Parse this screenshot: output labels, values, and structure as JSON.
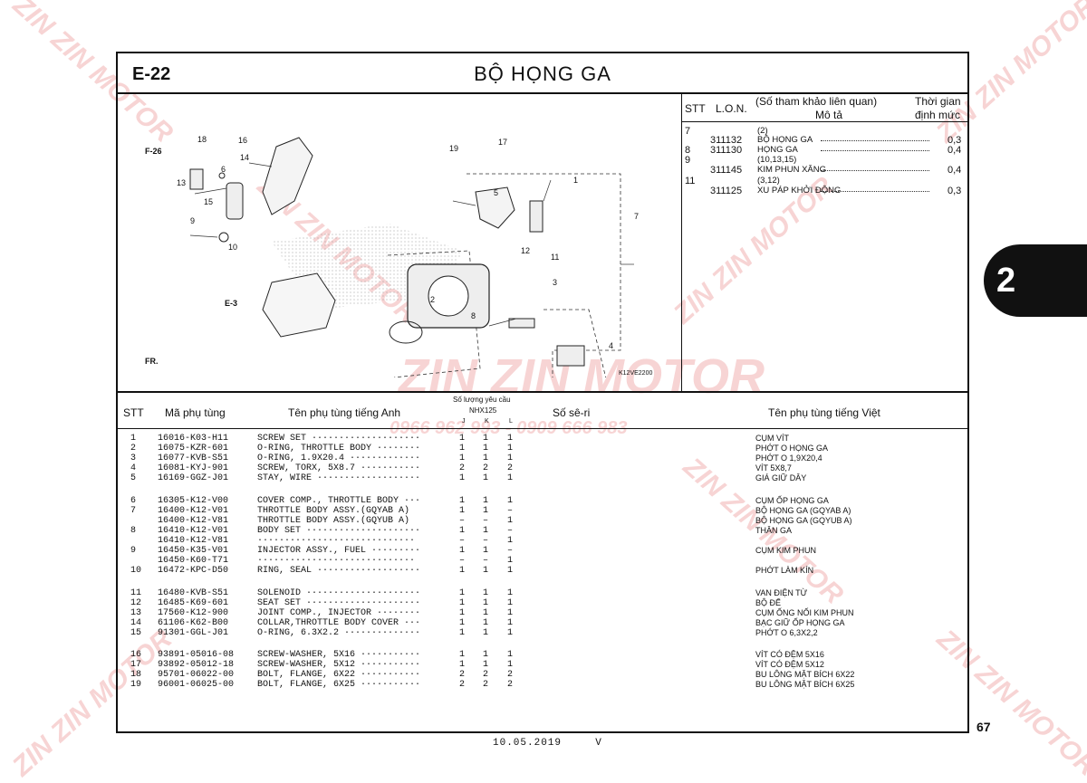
{
  "page": {
    "code": "E-22",
    "title": "BỘ HỌNG GA",
    "section_tab": "2",
    "page_number": "67",
    "footer_date": "10.05.2019",
    "footer_mark": "V"
  },
  "watermark": {
    "brand": "ZIN ZIN MOTOR",
    "phones": "0966 962 993 - 0909 666 983"
  },
  "lon_table": {
    "headers": {
      "stt": "STT",
      "lon": "L.O.N.",
      "ref": "(Số tham khảo liên quan)",
      "desc": "Mô tả",
      "time": "Thời gian",
      "time2": "định mức"
    },
    "rows": [
      {
        "stt": "7",
        "lon": "",
        "desc": "(2)",
        "time": ""
      },
      {
        "stt": "",
        "lon": "311132",
        "desc": "BỘ HỌNG GA",
        "time": "0,3"
      },
      {
        "stt": "8",
        "lon": "311130",
        "desc": "HỌNG GA",
        "time": "0,4"
      },
      {
        "stt": "9",
        "lon": "",
        "desc": "(10,13,15)",
        "time": ""
      },
      {
        "stt": "",
        "lon": "311145",
        "desc": "KIM PHUN XĂNG",
        "time": "0,4"
      },
      {
        "stt": "11",
        "lon": "",
        "desc": "(3,12)",
        "time": ""
      },
      {
        "stt": "",
        "lon": "311125",
        "desc": "XU PÁP KHỞI ĐỘNG",
        "time": "0,3"
      }
    ]
  },
  "diagram": {
    "labels": [
      "F-26",
      "E-3",
      "FR.",
      "K12VE2200",
      "1",
      "2",
      "3",
      "4",
      "5",
      "6",
      "7",
      "8",
      "9",
      "10",
      "11",
      "12",
      "13",
      "14",
      "15",
      "16",
      "17",
      "18",
      "19"
    ]
  },
  "parts_table": {
    "headers": {
      "stt": "STT",
      "part_no": "Mã phụ tùng",
      "name_en": "Tên phụ tùng tiếng Anh",
      "qty": "Số lượng yêu cầu",
      "model": "NHX125",
      "col_j": "J",
      "col_k": "K",
      "col_l": "L",
      "serial": "Số sê-ri",
      "name_vi": "Tên phụ tùng tiếng Việt"
    },
    "rows": [
      {
        "stt": "1",
        "pn": "16016-K03-H11",
        "en": "SCREW SET ····················",
        "j": "1",
        "k": "1",
        "l": "1",
        "vi": "CỤM VÍT"
      },
      {
        "stt": "2",
        "pn": "16075-KZR-601",
        "en": "O-RING, THROTTLE BODY ········",
        "j": "1",
        "k": "1",
        "l": "1",
        "vi": "PHỚT O HỌNG GA"
      },
      {
        "stt": "3",
        "pn": "16077-KVB-S51",
        "en": "O-RING, 1.9X20.4 ·············",
        "j": "1",
        "k": "1",
        "l": "1",
        "vi": "PHỚT O 1,9X20,4"
      },
      {
        "stt": "4",
        "pn": "16081-KYJ-901",
        "en": "SCREW, TORX, 5X8.7 ···········",
        "j": "2",
        "k": "2",
        "l": "2",
        "vi": "VÍT 5X8,7"
      },
      {
        "stt": "5",
        "pn": "16169-GGZ-J01",
        "en": "STAY, WIRE ···················",
        "j": "1",
        "k": "1",
        "l": "1",
        "vi": "GIÁ GIỮ DÂY"
      },
      {
        "stt": "6",
        "pn": "16305-K12-V00",
        "en": "COVER COMP., THROTTLE BODY ···",
        "j": "1",
        "k": "1",
        "l": "1",
        "vi": "CỤM ỐP HỌNG GA"
      },
      {
        "stt": "7",
        "pn": "16400-K12-V01",
        "en": "THROTTLE BODY ASSY.(GQYAB A)",
        "j": "1",
        "k": "1",
        "l": "–",
        "vi": "BỘ HỌNG GA (GQYAB A)"
      },
      {
        "stt": "",
        "pn": "16400-K12-V81",
        "en": "THROTTLE BODY ASSY.(GQYUB A)",
        "j": "–",
        "k": "–",
        "l": "1",
        "vi": "BỘ HỌNG GA (GQYUB A)"
      },
      {
        "stt": "8",
        "pn": "16410-K12-V01",
        "en": "BODY SET ·····················",
        "j": "1",
        "k": "1",
        "l": "–",
        "vi": "THÂN GA"
      },
      {
        "stt": "",
        "pn": "16410-K12-V81",
        "en": "·····························",
        "j": "–",
        "k": "–",
        "l": "1",
        "vi": ""
      },
      {
        "stt": "9",
        "pn": "16450-K35-V01",
        "en": "INJECTOR ASSY., FUEL ·········",
        "j": "1",
        "k": "1",
        "l": "–",
        "vi": "CỤM KIM PHUN"
      },
      {
        "stt": "",
        "pn": "16450-K60-T71",
        "en": "·····························",
        "j": "–",
        "k": "–",
        "l": "1",
        "vi": ""
      },
      {
        "stt": "10",
        "pn": "16472-KPC-D50",
        "en": "RING, SEAL ···················",
        "j": "1",
        "k": "1",
        "l": "1",
        "vi": "PHỚT LÀM KÍN"
      },
      {
        "stt": "11",
        "pn": "16480-KVB-S51",
        "en": "SOLENOID ·····················",
        "j": "1",
        "k": "1",
        "l": "1",
        "vi": "VAN ĐIỆN TỪ"
      },
      {
        "stt": "12",
        "pn": "16485-K69-601",
        "en": "SEAT SET ·····················",
        "j": "1",
        "k": "1",
        "l": "1",
        "vi": "BỘ ĐẾ"
      },
      {
        "stt": "13",
        "pn": "17560-K12-900",
        "en": "JOINT COMP., INJECTOR ········",
        "j": "1",
        "k": "1",
        "l": "1",
        "vi": "CỤM ỐNG NỐI KIM PHUN"
      },
      {
        "stt": "14",
        "pn": "61106-K62-B00",
        "en": "COLLAR,THROTTLE BODY COVER ···",
        "j": "1",
        "k": "1",
        "l": "1",
        "vi": "BẠC GIỮ ỐP HỌNG GA"
      },
      {
        "stt": "15",
        "pn": "91301-GGL-J01",
        "en": "O-RING, 6.3X2.2 ··············",
        "j": "1",
        "k": "1",
        "l": "1",
        "vi": "PHỚT O 6,3X2,2"
      },
      {
        "stt": "16",
        "pn": "93891-05016-08",
        "en": "SCREW-WASHER, 5X16 ···········",
        "j": "1",
        "k": "1",
        "l": "1",
        "vi": "VÍT CÓ ĐỆM 5X16"
      },
      {
        "stt": "17",
        "pn": "93892-05012-18",
        "en": "SCREW-WASHER, 5X12 ···········",
        "j": "1",
        "k": "1",
        "l": "1",
        "vi": "VÍT CÓ ĐỆM 5X12"
      },
      {
        "stt": "18",
        "pn": "95701-06022-00",
        "en": "BOLT, FLANGE, 6X22 ···········",
        "j": "2",
        "k": "2",
        "l": "2",
        "vi": "BU LÔNG MẶT BÍCH 6X22"
      },
      {
        "stt": "19",
        "pn": "96001-06025-00",
        "en": "BOLT, FLANGE, 6X25 ···········",
        "j": "2",
        "k": "2",
        "l": "2",
        "vi": "BU LÔNG MẶT BÍCH 6X25"
      }
    ]
  }
}
